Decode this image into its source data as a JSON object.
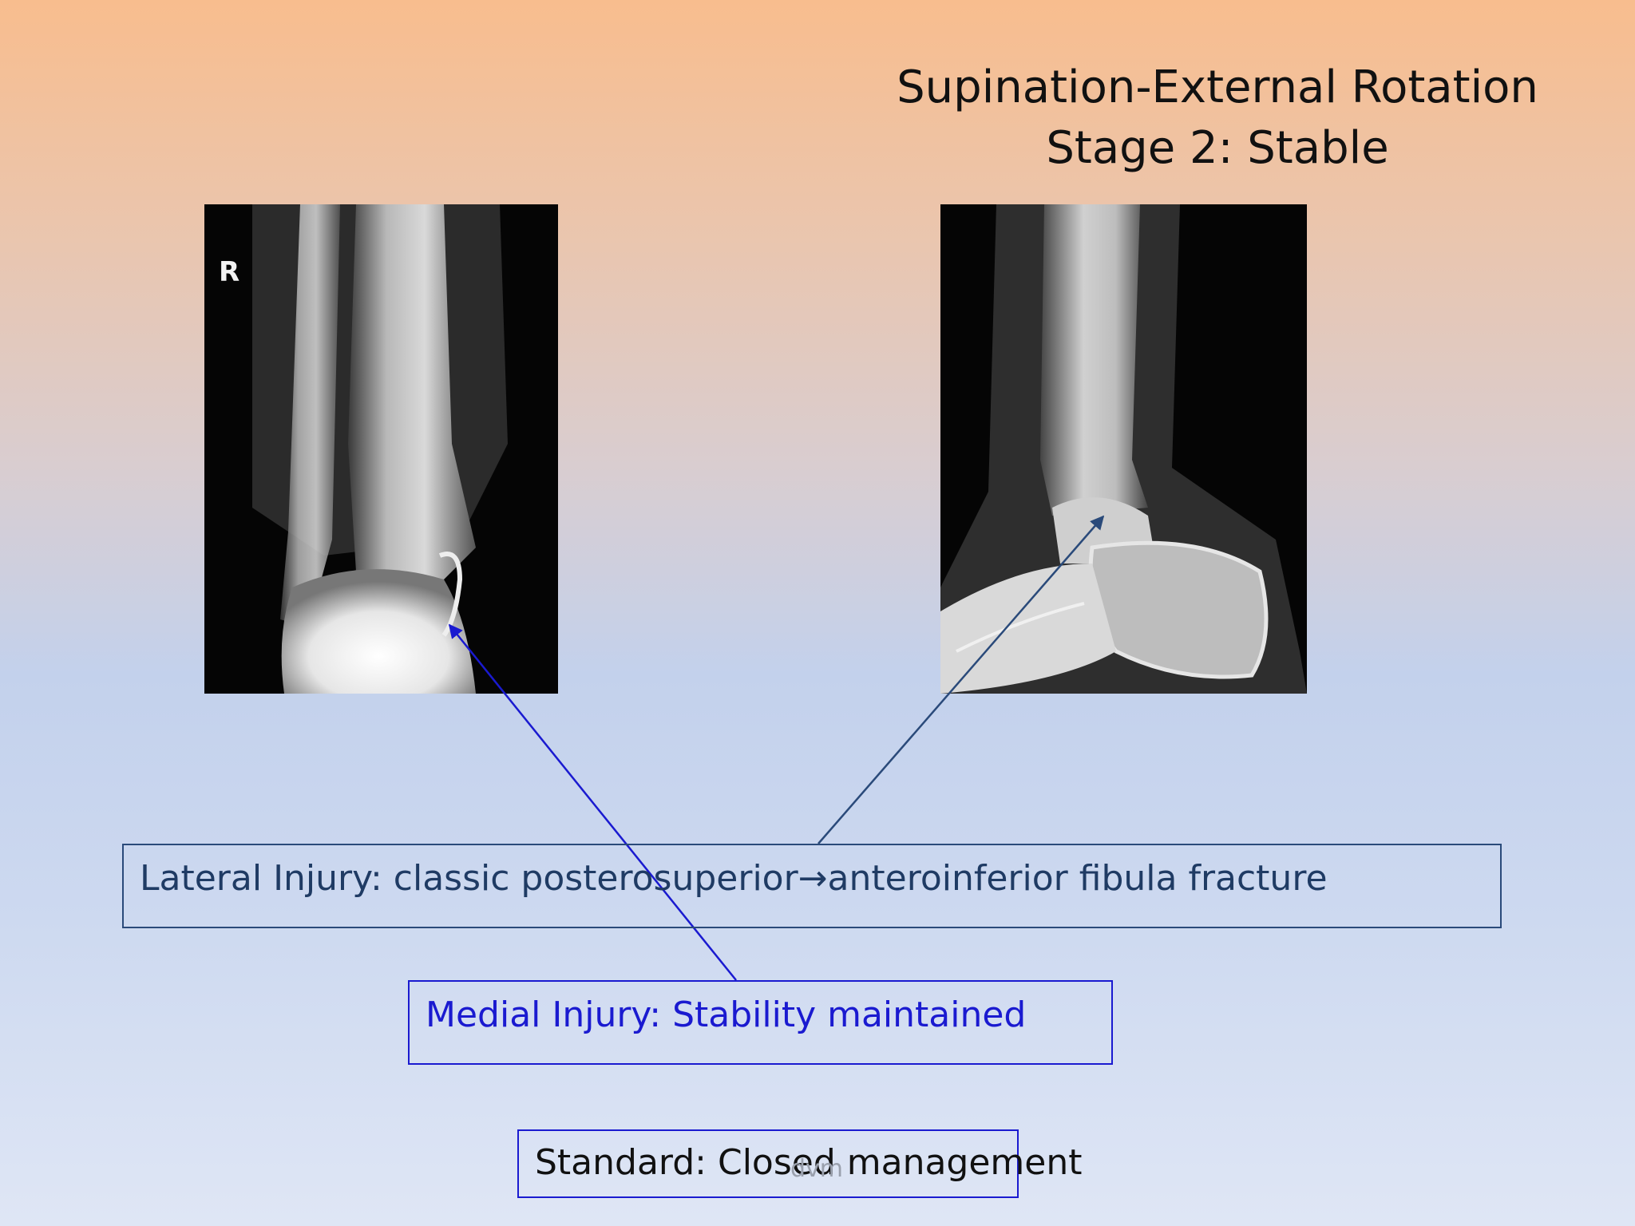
{
  "slide": {
    "title_line1": "Supination-External Rotation",
    "title_line2": "Stage 2: Stable",
    "xray_ap_marker": "R",
    "lateral_label": "Lateral Injury: classic posterosuperior→anteroinferior fibula fracture",
    "medial_label": "Medial Injury: Stability maintained",
    "standard_label": "Standard: Closed management",
    "watermark": "dvm"
  },
  "colors": {
    "lateral_arrow": "#2a4a7a",
    "medial_arrow": "#1a1ad0"
  }
}
